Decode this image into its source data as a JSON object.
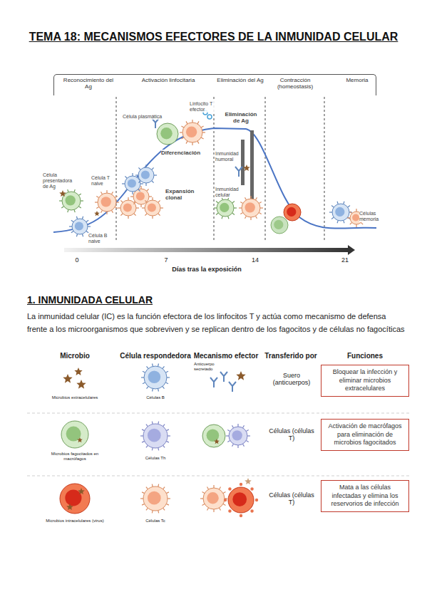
{
  "diagram": {
    "title": "TEMA 18: MECANISMOS EFECTORES DE LA INMUNIDAD CELULAR",
    "nodes": [
      {
        "text": [
          "Reconocimiento del Ag",
          "Activación linfocitaria",
          "Eliminación del Ag",
          "Contracción (homeostasis)",
          "Memoria"
        ]
      },
      {
        "text": [
          "Bloquear la infección y eliminar microbios extracelulares"
        ]
      },
      {
        "text": [
          "Activación de macrófagos para eliminación de microbios fagocitados"
        ]
      },
      {
        "text": [
          "Mata a las células infectadas y elimina los reservorios de infección"
        ]
      }
    ],
    "labels": [
      "Célula plasmática",
      "Linfocito T efector",
      "Eliminación de Ag",
      "Diferenciación",
      "Expansión clonal",
      "Inmunidad humoral",
      "Inmunidad celular",
      "Célula presentadora de Ag",
      "Célula T naive",
      "Célula B naive",
      "Células memoria",
      "0",
      "7",
      "14",
      "21",
      "Días tras la exposición",
      "1. INMUNIDADA CELULAR",
      "La inmunidad celular (IC) es la función efectora de los linfocitos T y actúa como mecanismo de defensa frente a los microorganismos que sobreviven y se replican dentro de los fagocitos y de células no fagocíticas",
      "Microbio",
      "Célula respondedora",
      "Mecanismo efector",
      "Transferido por",
      "Funciones",
      "Microbios extracelulares",
      "Células B",
      "Anticuerpo secretado",
      "Suero (anticuerpos)",
      "Microbios fagocitados en macrófagos",
      "Células Th",
      "Células (células T)",
      "Microbios intracelulares (virus)",
      "Células Tc",
      "Células (células T)"
    ]
  }
}
